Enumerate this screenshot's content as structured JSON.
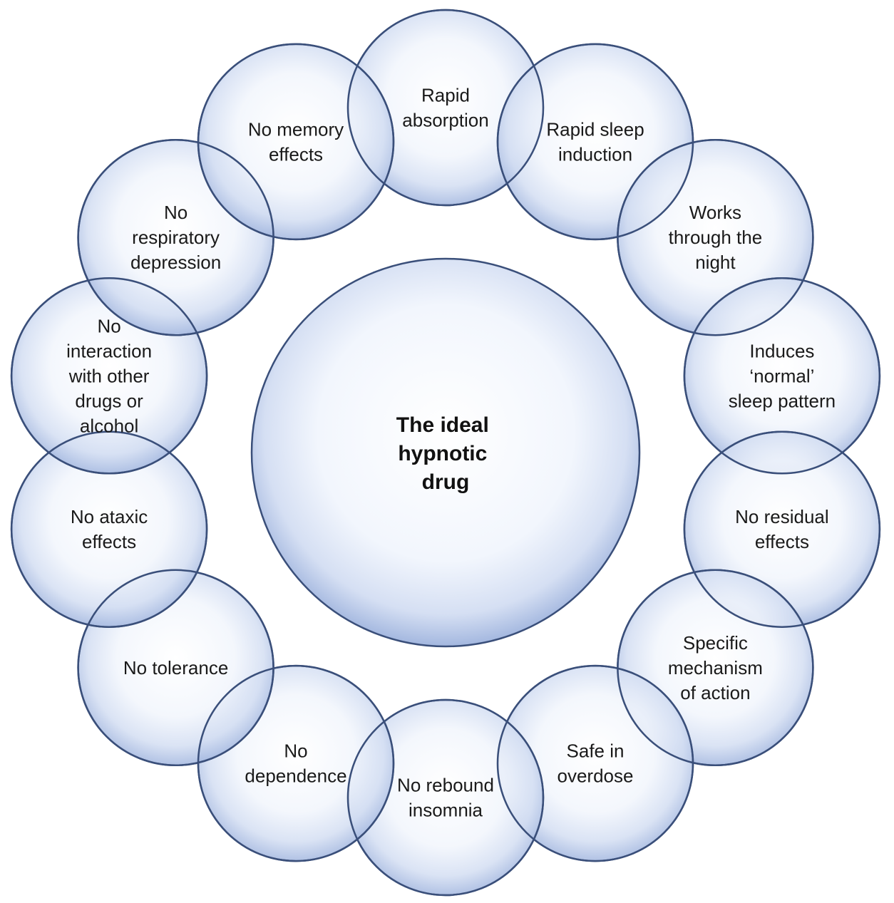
{
  "center": {
    "label_lines": [
      "The ideal",
      "hypnotic",
      "drug"
    ]
  },
  "nodes": [
    {
      "id": "rapid-absorption",
      "lines": [
        "Rapid",
        "absorption"
      ]
    },
    {
      "id": "rapid-sleep-induction",
      "lines": [
        "Rapid sleep",
        "induction"
      ]
    },
    {
      "id": "works-through-the-night",
      "lines": [
        "Works",
        "through the",
        "night"
      ]
    },
    {
      "id": "induces-normal-sleep-pattern",
      "lines": [
        "Induces",
        "‘normal’",
        "sleep pattern"
      ]
    },
    {
      "id": "no-residual-effects",
      "lines": [
        "No residual",
        "effects"
      ]
    },
    {
      "id": "specific-mechanism-of-action",
      "lines": [
        "Specific",
        "mechanism",
        "of action"
      ]
    },
    {
      "id": "safe-in-overdose",
      "lines": [
        "Safe in",
        "overdose"
      ]
    },
    {
      "id": "no-rebound-insomnia",
      "lines": [
        "No rebound",
        "insomnia"
      ]
    },
    {
      "id": "no-dependence",
      "lines": [
        "No",
        "dependence"
      ]
    },
    {
      "id": "no-tolerance",
      "lines": [
        "No tolerance"
      ]
    },
    {
      "id": "no-ataxic-effects",
      "lines": [
        "No ataxic",
        "effects"
      ]
    },
    {
      "id": "no-interaction-with-other-drugs",
      "lines": [
        "No",
        "interaction",
        "with other",
        "drugs or",
        "alcohol"
      ]
    },
    {
      "id": "no-respiratory-depression",
      "lines": [
        "No",
        "respiratory",
        "depression"
      ]
    },
    {
      "id": "no-memory-effects",
      "lines": [
        "No memory",
        "effects"
      ]
    }
  ],
  "colors": {
    "bubble_fill_edge": "#a9bde3",
    "bubble_fill_center": "#ffffff",
    "bubble_stroke": "#3a4f7a",
    "text": "#1a1a1a"
  }
}
